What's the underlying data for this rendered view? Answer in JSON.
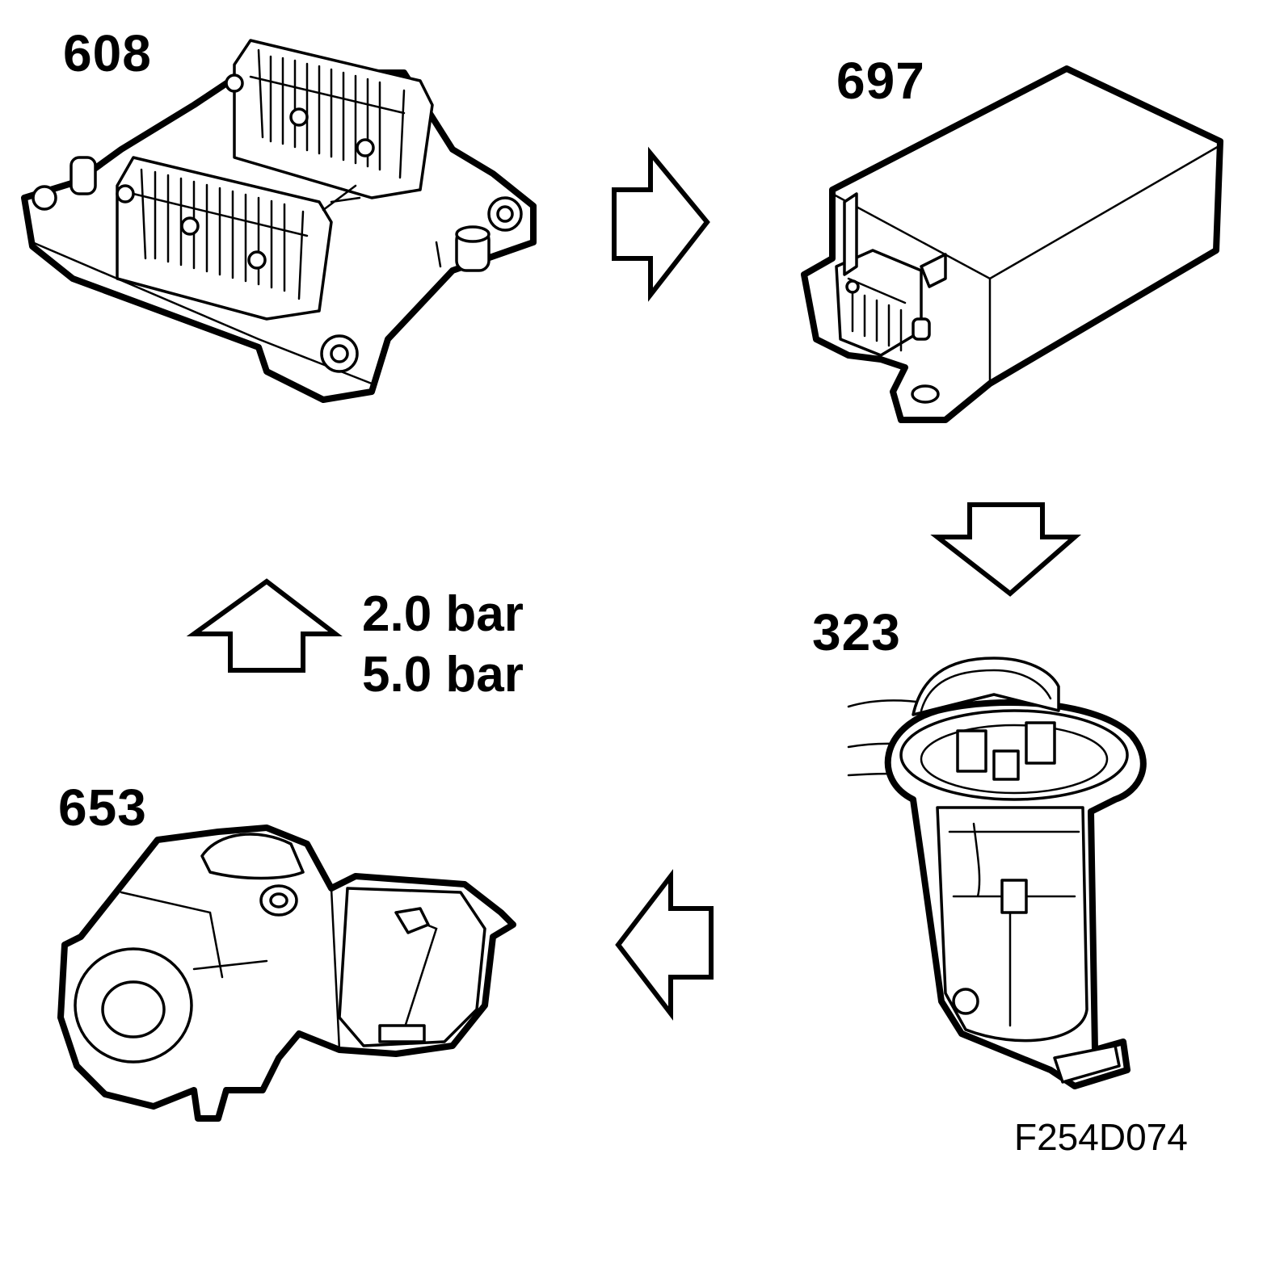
{
  "components": {
    "ecu": {
      "part_number": "608"
    },
    "relay": {
      "part_number": "697"
    },
    "fuel_pump": {
      "part_number": "323"
    },
    "pressure_sensor": {
      "part_number": "653"
    }
  },
  "pressure": {
    "low": "2.0 bar",
    "high": "5.0 bar"
  },
  "figure_id": "F254D074",
  "flow_arrows": [
    "arrow-right",
    "arrow-down",
    "arrow-left",
    "arrow-up"
  ]
}
